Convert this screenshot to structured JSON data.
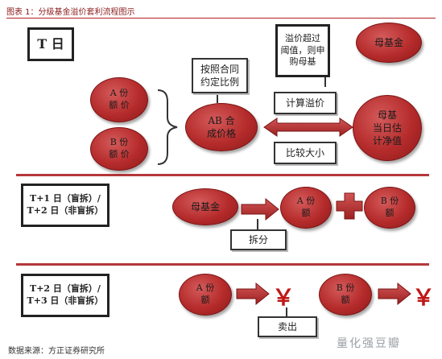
{
  "caption": "图表 1：分级基金溢价套利流程图示",
  "sections": {
    "t": {
      "label": "T 日",
      "a_share": "A 份\n额 价",
      "b_share": "B 份\n额 价",
      "merge_box": "按照合同\n约定比例",
      "ab_merge": "AB 合\n成价格",
      "premium_box": "溢价超过\n阈值，则申\n购母基",
      "calc_box": "计算溢价",
      "compare_box": "比较大小",
      "parent_fund": "母基金",
      "parent_nav": "母基\n当日估\n计净值"
    },
    "t1": {
      "label": "T+1 日（盲拆）/\nT+2 日（非盲拆）",
      "parent_fund": "母基金",
      "a_share": "A 份\n额",
      "b_share": "B 份\n额",
      "split_box": "拆分"
    },
    "t2": {
      "label": "T+2 日（盲拆）/\nT+3 日（非盲拆）",
      "a_share": "A 份\n额",
      "b_share": "B 份\n额",
      "yen": "￥",
      "sell_box": "卖出"
    }
  },
  "footer": "数据来源：方正证券研究所",
  "watermark": "量化强豆瓣"
}
